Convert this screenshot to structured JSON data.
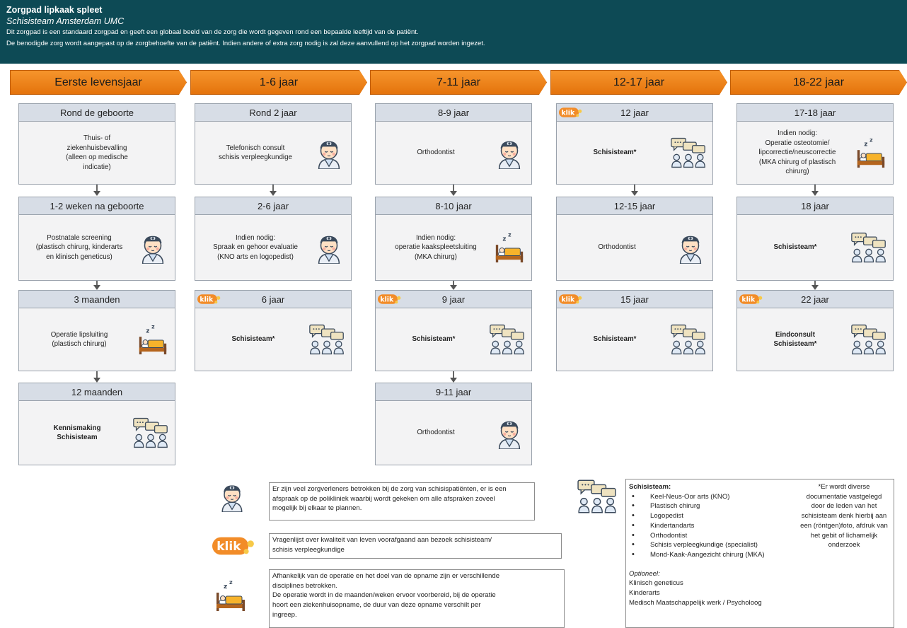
{
  "header": {
    "title": "Zorgpad lipkaak spleet",
    "subtitle": "Schisisteam Amsterdam UMC",
    "line1": "Dit zorgpad is een standaard zorgpad en geeft een globaal beeld van de zorg die wordt gegeven rond een bepaalde leeftijd van de patiënt.",
    "line2": "De benodigde zorg wordt aangepast op de zorgbehoefte van de patiënt. Indien andere of extra zorg nodig is zal deze aanvullend op het zorgpad worden ingezet."
  },
  "colors": {
    "header_bg": "#0d4a55",
    "phase": "#f28c28",
    "box_header": "#d7dde6",
    "box_body": "#f3f3f4",
    "klik": "#f28c28"
  },
  "phases": [
    "Eerste levensjaar",
    "1-6 jaar",
    "7-11 jaar",
    "12-17 jaar",
    "18-22 jaar"
  ],
  "steps": [
    {
      "title": "Rond de geboorte",
      "text": "Thuis- of\nziekenhuisbevalling\n(alleen op medische\nindicatie)",
      "icon": ""
    },
    {
      "title": "1-2 weken na geboorte",
      "text": "Postnatale screening\n(plastisch chirurg, kinderarts\nen klinisch geneticus)",
      "icon": "doctor-icon"
    },
    {
      "title": "3 maanden",
      "text": "Operatie lipsluiting\n(plastisch chirurg)",
      "icon": "bed-icon"
    },
    {
      "title": "12 maanden",
      "text": "Kennismaking\nSchisisteam",
      "icon": "team-icon"
    },
    {
      "title": "Rond 2 jaar",
      "text": "Telefonisch consult\nschisis verpleegkundige",
      "icon": "doctor-icon"
    },
    {
      "title": "2-6 jaar",
      "text": "Indien nodig:\nSpraak en gehoor evaluatie\n(KNO arts en logopedist)",
      "icon": "doctor-icon"
    },
    {
      "title": "6 jaar",
      "text": "Schisisteam*",
      "icon": "team-icon"
    },
    {
      "title": "8-9 jaar",
      "text": "Orthodontist",
      "icon": "doctor-icon"
    },
    {
      "title": "8-10 jaar",
      "text": "Indien nodig:\noperatie kaakspleetsluiting\n(MKA chirurg)",
      "icon": "bed-icon"
    },
    {
      "title": "9 jaar",
      "text": "Schisisteam*",
      "icon": "team-icon"
    },
    {
      "title": "9-11 jaar",
      "text": "Orthodontist",
      "icon": "doctor-icon"
    },
    {
      "title": "12 jaar",
      "text": "Schisisteam*",
      "icon": "team-icon"
    },
    {
      "title": "12-15 jaar",
      "text": "Orthodontist",
      "icon": "doctor-icon"
    },
    {
      "title": "15 jaar",
      "text": "Schisisteam*",
      "icon": "team-icon"
    },
    {
      "title": "17-18 jaar",
      "text": "Indien nodig:\nOperatie osteotomie/\nlipcorrectie/neuscorrectie\n(MKA chirurg of plastisch\nchirurg)",
      "icon": "bed-icon"
    },
    {
      "title": "18 jaar",
      "text": "Schisisteam*",
      "icon": "team-icon"
    },
    {
      "title": "22 jaar",
      "text": "Eindconsult\nSchisisteam*",
      "icon": "team-icon"
    }
  ],
  "klik_label": "klik",
  "legend": {
    "doctor": "Er zijn veel zorgverleners betrokken bij de zorg van schisispatiënten, er is een\nafspraak op de polikliniek waarbij wordt gekeken om alle afspraken zoveel\nmogelijk bij elkaar te plannen.",
    "klik": "Vragenlijst over kwaliteit van leven voorafgaand aan bezoek schisisteam/\nschisis verpleegkundige",
    "bed": "Afhankelijk van de operatie en het doel van de opname zijn er verschillende\ndisciplines betrokken.\nDe operatie wordt in de maanden/weken ervoor voorbereid, bij de operatie\nhoort een ziekenhuisopname, de duur van deze opname verschilt per\ningreep."
  },
  "team": {
    "title": "Schisisteam:",
    "members": [
      "Keel-Neus-Oor arts (KNO)",
      "Plastisch chirurg",
      "Logopedist",
      "Kindertandarts",
      "Orthodontist",
      "Schisis verpleegkundige (specialist)",
      "Mond-Kaak-Aangezicht chirurg (MKA)"
    ],
    "note": "*Er wordt diverse\ndocumentatie vastgelegd\ndoor de leden van het\nschisisteam denk hierbij aan\neen (röntgen)foto, afdruk van\nhet gebit of lichamelijk\nonderzoek",
    "optional_title": "Optioneel:",
    "optional": [
      "Klinisch geneticus",
      "Kinderarts",
      "Medisch Maatschappelijk werk / Psycholoog"
    ]
  }
}
